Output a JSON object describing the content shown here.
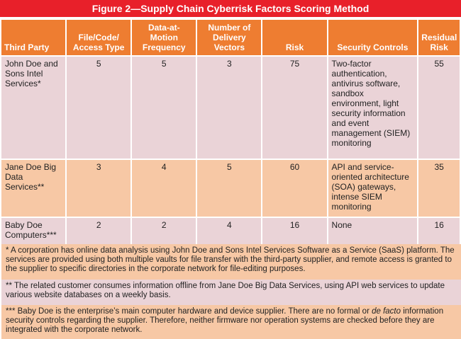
{
  "title": "Figure 2—Supply Chain Cyberrisk Factors Scoring Method",
  "columns": [
    "Third Party",
    "File/Code/\nAccess Type",
    "Data-at-\nMotion\nFrequency",
    "Number of\nDelivery\nVectors",
    "Risk",
    "Security Controls",
    "Residual\nRisk"
  ],
  "rows": [
    {
      "third_party": "John Doe and Sons Intel Services*",
      "file_code_access": "5",
      "data_motion": "5",
      "delivery_vectors": "3",
      "risk": "75",
      "security_controls": "Two-factor authentication, antivirus software, sandbox environment, light security information and event management (SIEM) monitoring",
      "residual_risk": "55"
    },
    {
      "third_party": "Jane Doe Big Data Services**",
      "file_code_access": "3",
      "data_motion": "4",
      "delivery_vectors": "5",
      "risk": "60",
      "security_controls": "API and service-oriented architecture (SOA) gateways, intense SIEM monitoring",
      "residual_risk": "35"
    },
    {
      "third_party": "Baby Doe Computers***",
      "file_code_access": "2",
      "data_motion": "2",
      "delivery_vectors": "4",
      "risk": "16",
      "security_controls": "None",
      "residual_risk": "16"
    }
  ],
  "notes": [
    {
      "mark": "*",
      "text": "A corporation has online data analysis using John Doe and Sons Intel Services Software as a Service (SaaS) platform. The services are provided using both multiple vaults for file transfer with the third-party supplier, and remote access is granted to the supplier to specific directories in the corporate network for file-editing purposes."
    },
    {
      "mark": "**",
      "text": "The related customer consumes information offline from Jane Doe Big Data Services, using API web services to update various website databases on a weekly basis."
    },
    {
      "mark": "***",
      "text_before": "Baby Doe is the enterprise’s main computer hardware and device supplier. There are no formal or ",
      "text_italic": "de facto",
      "text_after": " information security controls regarding the supplier. Therefore, neither firmware nor operation systems are checked before they are integrated with the corporate network."
    }
  ],
  "colors": {
    "title_bg": "#e8202a",
    "header_bg": "#ee7d31",
    "row_pink": "#ead3d7",
    "row_peach": "#f7c8a5"
  }
}
